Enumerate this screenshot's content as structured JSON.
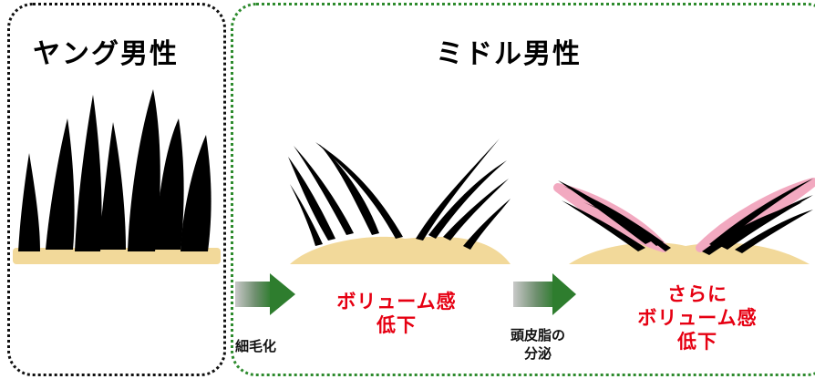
{
  "panels": {
    "young": {
      "title": "ヤング男性"
    },
    "middle": {
      "title": "ミドル男性"
    }
  },
  "steps": [
    {
      "cause": "細毛化",
      "result_line1": "ボリューム感",
      "result_line2": "低下"
    },
    {
      "cause_line1": "頭皮脂の",
      "cause_line2": "分泌",
      "result_line1": "さらに",
      "result_line2": "ボリューム感",
      "result_line3": "低下"
    }
  ],
  "colors": {
    "scalp": "#f2d99a",
    "hair": "#000000",
    "sebum": "#f2a9c0",
    "arrow": "#2e7d2e",
    "emphasis": "#e60012",
    "young_border": "#111111",
    "middle_border": "#2e8b2e"
  }
}
